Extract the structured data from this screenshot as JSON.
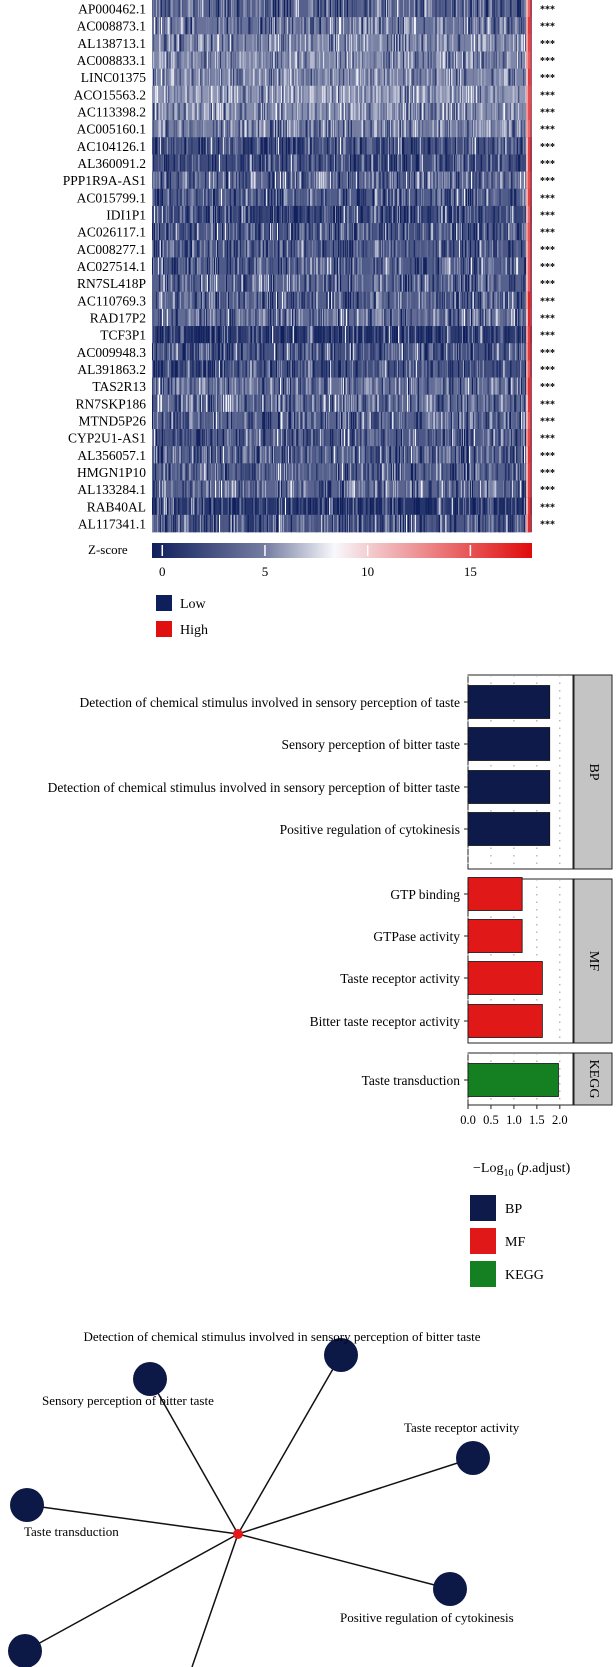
{
  "colors": {
    "low": "#0f1f5c",
    "high": "#e01010",
    "bp": "#0d1a4a",
    "mf": "#e01818",
    "kegg": "#158021",
    "strip": "#c4c4c4",
    "node": "#0c1845",
    "hub": "#e81818"
  },
  "chart_data": [
    {
      "type": "heatmap",
      "rows": [
        {
          "gene": "AP000462.1",
          "sig": "***",
          "base": 0.3
        },
        {
          "gene": "AC008873.1",
          "sig": "***",
          "base": 0.38
        },
        {
          "gene": "AL138713.1",
          "sig": "***",
          "base": 0.45
        },
        {
          "gene": "AC008833.1",
          "sig": "***",
          "base": 0.48
        },
        {
          "gene": "LINC01375",
          "sig": "***",
          "base": 0.46
        },
        {
          "gene": "ACO15563.2",
          "sig": "***",
          "base": 0.55
        },
        {
          "gene": "AC113398.2",
          "sig": "***",
          "base": 0.5
        },
        {
          "gene": "AC005160.1",
          "sig": "***",
          "base": 0.44
        },
        {
          "gene": "AC104126.1",
          "sig": "***",
          "base": 0.22
        },
        {
          "gene": "AL360091.2",
          "sig": "***",
          "base": 0.2
        },
        {
          "gene": "PPP1R9A-AS1",
          "sig": "***",
          "base": 0.32
        },
        {
          "gene": "AC015799.1",
          "sig": "***",
          "base": 0.28
        },
        {
          "gene": "IDI1P1",
          "sig": "***",
          "base": 0.18
        },
        {
          "gene": "AC026117.1",
          "sig": "***",
          "base": 0.24
        },
        {
          "gene": "AC008277.1",
          "sig": "***",
          "base": 0.26
        },
        {
          "gene": "AC027514.1",
          "sig": "***",
          "base": 0.27
        },
        {
          "gene": "RN7SL418P",
          "sig": "***",
          "base": 0.3
        },
        {
          "gene": "AC110769.3",
          "sig": "***",
          "base": 0.29
        },
        {
          "gene": "RAD17P2",
          "sig": "***",
          "base": 0.35
        },
        {
          "gene": "TCF3P1",
          "sig": "***",
          "base": 0.12
        },
        {
          "gene": "AC009948.3",
          "sig": "***",
          "base": 0.24
        },
        {
          "gene": "AL391863.2",
          "sig": "***",
          "base": 0.22
        },
        {
          "gene": "TAS2R13",
          "sig": "***",
          "base": 0.36
        },
        {
          "gene": "RN7SKP186",
          "sig": "***",
          "base": 0.34
        },
        {
          "gene": "MTND5P26",
          "sig": "***",
          "base": 0.3
        },
        {
          "gene": "CYP2U1-AS1",
          "sig": "***",
          "base": 0.26
        },
        {
          "gene": "AL356057.1",
          "sig": "***",
          "base": 0.28
        },
        {
          "gene": "HMGN1P10",
          "sig": "***",
          "base": 0.3
        },
        {
          "gene": "AL133284.1",
          "sig": "***",
          "base": 0.32
        },
        {
          "gene": "RAB40AL",
          "sig": "***",
          "base": 0.1
        },
        {
          "gene": "AL117341.1",
          "sig": "***",
          "base": 0.26
        }
      ],
      "colorbar": {
        "label": "Z-score",
        "ticks": [
          "0",
          "5",
          "10",
          "15"
        ],
        "range": [
          -0.5,
          18
        ]
      },
      "legend": [
        "Low",
        "High"
      ]
    },
    {
      "type": "bar",
      "orientation": "horizontal",
      "xlabel": "−Log",
      "xlabel_sub": "10",
      "xlabel_tail_pre": " (",
      "xlabel_tail_it": "p",
      "xlabel_tail_post": ".adjust)",
      "xticks": [
        "0.0",
        "0.5",
        "1.0",
        "1.5",
        "2.0"
      ],
      "xlim": [
        0,
        2.2
      ],
      "groups": [
        {
          "name": "BP",
          "bars": [
            {
              "term": "Detection of chemical stimulus involved in sensory perception of taste",
              "value": 1.78
            },
            {
              "term": "Sensory perception of bitter taste",
              "value": 1.78
            },
            {
              "term": "Detection of chemical stimulus involved in sensory perception of bitter taste",
              "value": 1.78
            },
            {
              "term": "Positive regulation of cytokinesis",
              "value": 1.78
            }
          ]
        },
        {
          "name": "MF",
          "bars": [
            {
              "term": "GTP binding",
              "value": 1.18
            },
            {
              "term": "GTPase activity",
              "value": 1.18
            },
            {
              "term": "Taste receptor activity",
              "value": 1.62
            },
            {
              "term": "Bitter taste receptor activity",
              "value": 1.62
            }
          ]
        },
        {
          "name": "KEGG",
          "bars": [
            {
              "term": "Taste transduction",
              "value": 1.97
            }
          ]
        }
      ],
      "legend": [
        "BP",
        "MF",
        "KEGG"
      ]
    },
    {
      "type": "network",
      "nodes": [
        "Detection of chemical stimulus involved in sensory perception of bitter taste",
        "Sensory perception of bitter taste",
        "Taste receptor activity",
        "Taste transduction",
        "Positive regulation of cytokinesis"
      ]
    }
  ]
}
